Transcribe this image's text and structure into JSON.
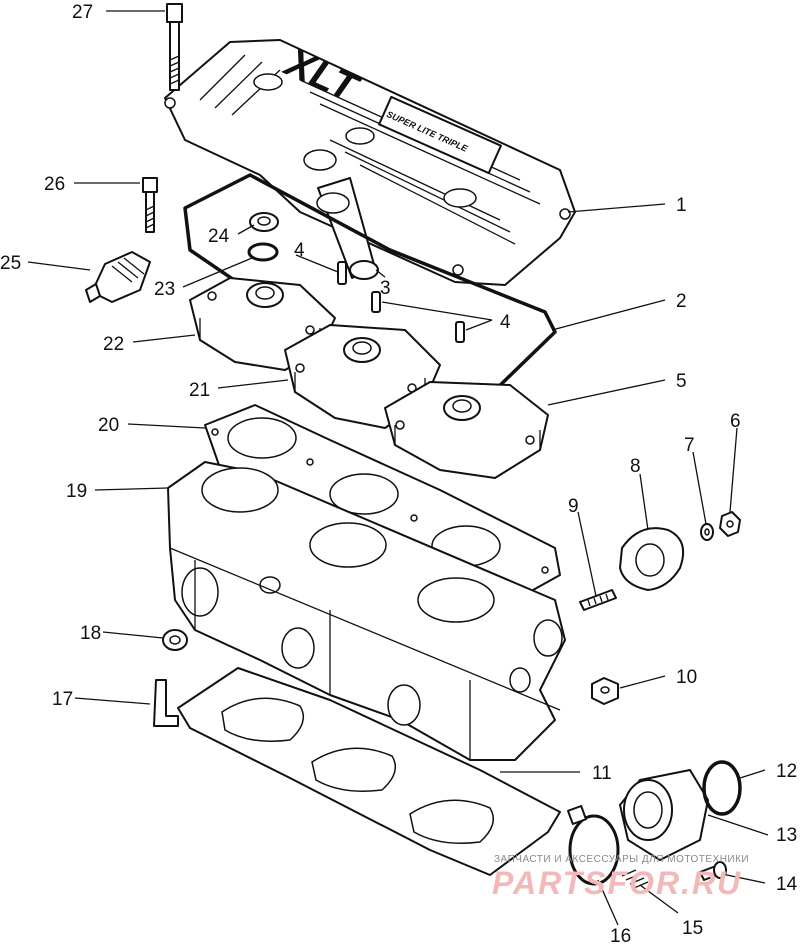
{
  "diagram": {
    "callouts": [
      "1",
      "2",
      "3",
      "4",
      "4",
      "4",
      "5",
      "6",
      "7",
      "8",
      "9",
      "10",
      "11",
      "12",
      "13",
      "14",
      "15",
      "16",
      "17",
      "18",
      "19",
      "20",
      "21",
      "22",
      "23",
      "24",
      "25",
      "26",
      "27"
    ],
    "cover_logo": "XLT",
    "cover_plate": "SUPER LITE TRIPLE",
    "watermark_line": "ЗАПЧАСТИ И АКСЕССУАРЫ ДЛЯ МОТОТЕХНИКИ",
    "watermark_brand": "PARTSFOR.RU"
  }
}
